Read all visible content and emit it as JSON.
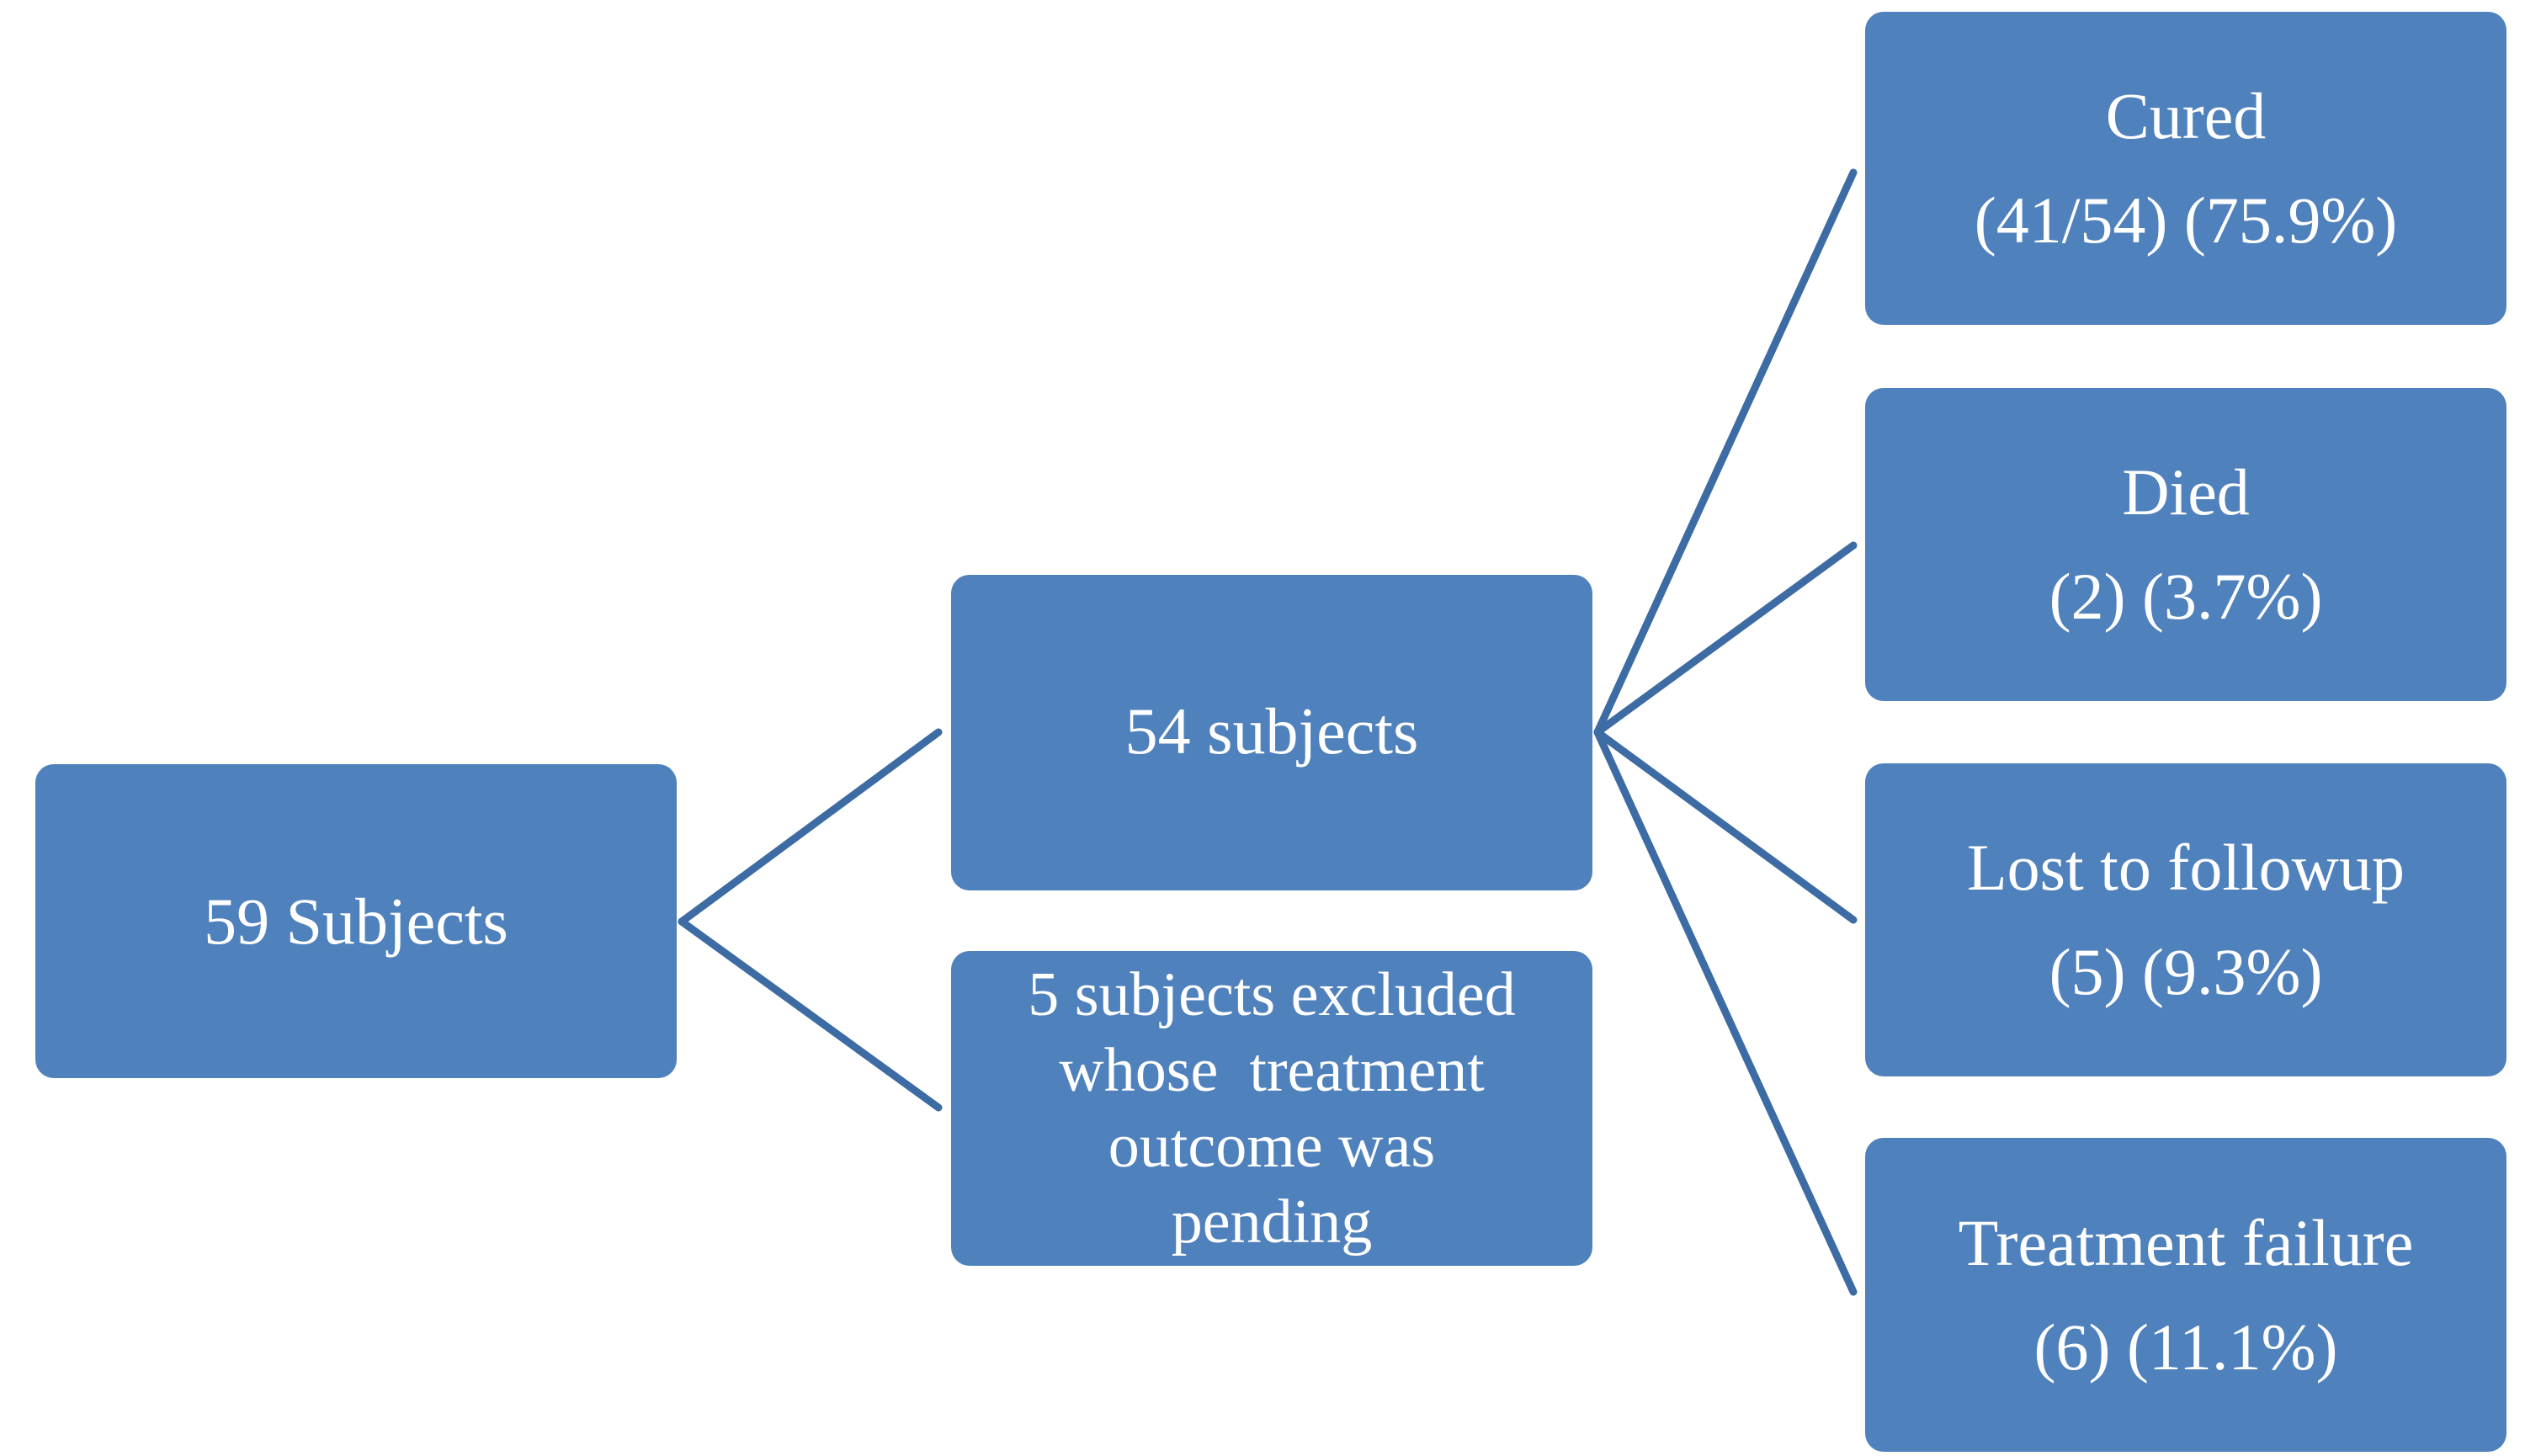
{
  "diagram": {
    "colors": {
      "node_fill": "#4f81bd",
      "node_text": "#ffffff",
      "connector": "#3d6ba3"
    },
    "nodes": {
      "root": {
        "lines": [
          "59 Subjects"
        ]
      },
      "included": {
        "lines": [
          "54 subjects"
        ]
      },
      "excluded": {
        "lines": [
          "5 subjects excluded",
          "whose  treatment",
          "outcome was",
          "pending"
        ]
      },
      "cured": {
        "lines": [
          "Cured",
          "(41/54) (75.9%)"
        ]
      },
      "died": {
        "lines": [
          "Died",
          "(2) (3.7%)"
        ]
      },
      "lost": {
        "lines": [
          "Lost to followup",
          "(5) (9.3%)"
        ]
      },
      "failure": {
        "lines": [
          "Treatment failure",
          "(6) (11.1%)"
        ]
      }
    },
    "edges": [
      {
        "from": "root",
        "to": "included"
      },
      {
        "from": "root",
        "to": "excluded"
      },
      {
        "from": "included",
        "to": "cured"
      },
      {
        "from": "included",
        "to": "died"
      },
      {
        "from": "included",
        "to": "lost"
      },
      {
        "from": "included",
        "to": "failure"
      }
    ]
  }
}
